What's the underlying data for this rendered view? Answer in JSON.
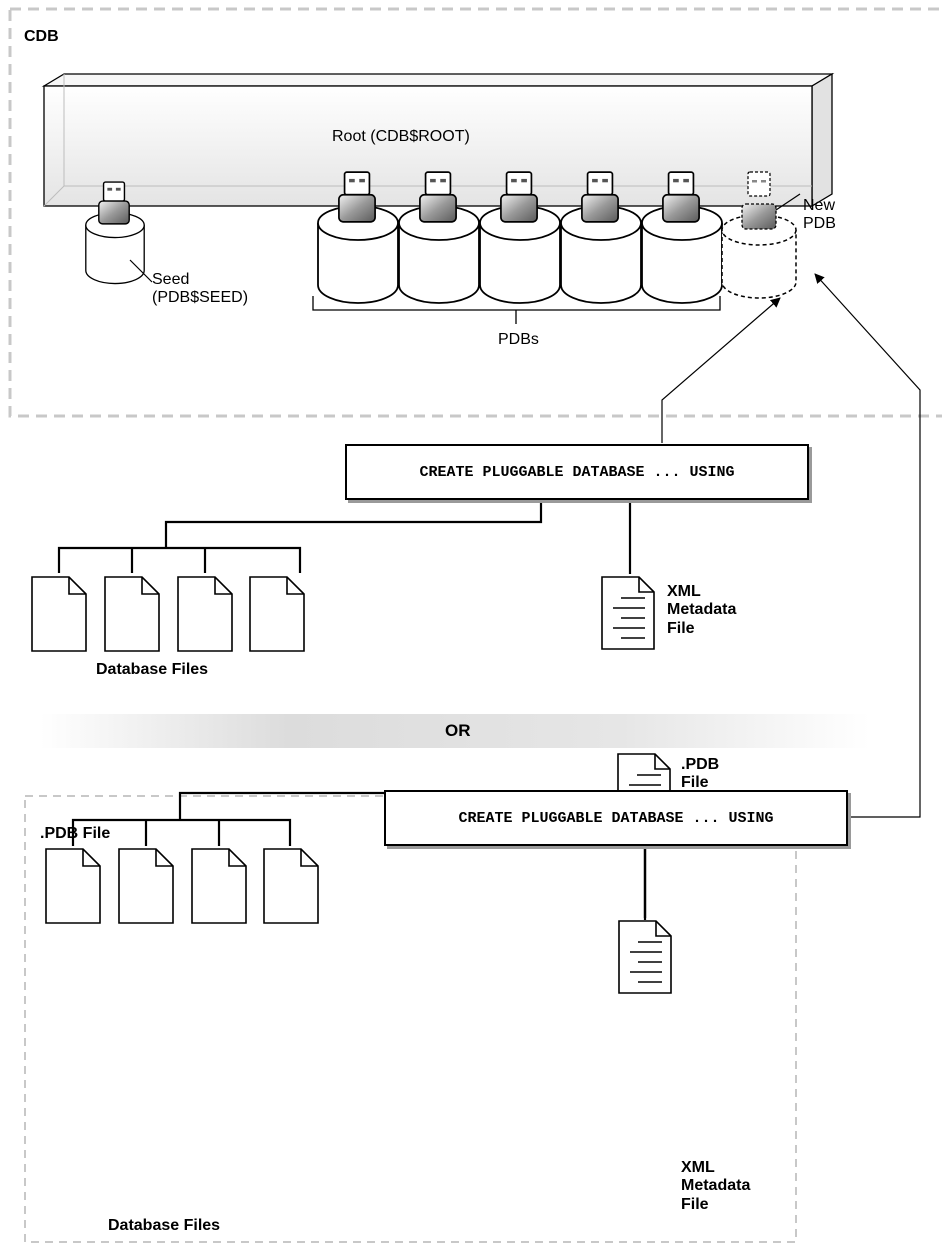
{
  "cdb": {
    "label": "CDB"
  },
  "root": {
    "label": "Root (CDB$ROOT)"
  },
  "seed": {
    "label": "Seed\n(PDB$SEED)"
  },
  "pdbs": {
    "label": "PDBs",
    "count": 5
  },
  "new_pdb": {
    "label": "New\nPDB"
  },
  "upper_path": {
    "command": "CREATE PLUGGABLE DATABASE ... USING",
    "database_files_label": "Database Files",
    "xml_metadata_label": "XML\nMetadata\nFile"
  },
  "separator": {
    "label": "OR"
  },
  "lower_path": {
    "command": "CREATE PLUGGABLE DATABASE ... USING",
    "pdb_file_label": ".PDB\nFile",
    "archive_label": ".PDB File",
    "database_files_label": "Database Files",
    "xml_metadata_label": "XML\nMetadata\nFile"
  },
  "colors": {
    "line": "#000000",
    "dashed_border": "#c8c8c8",
    "shadow": "#9a9a9a"
  }
}
